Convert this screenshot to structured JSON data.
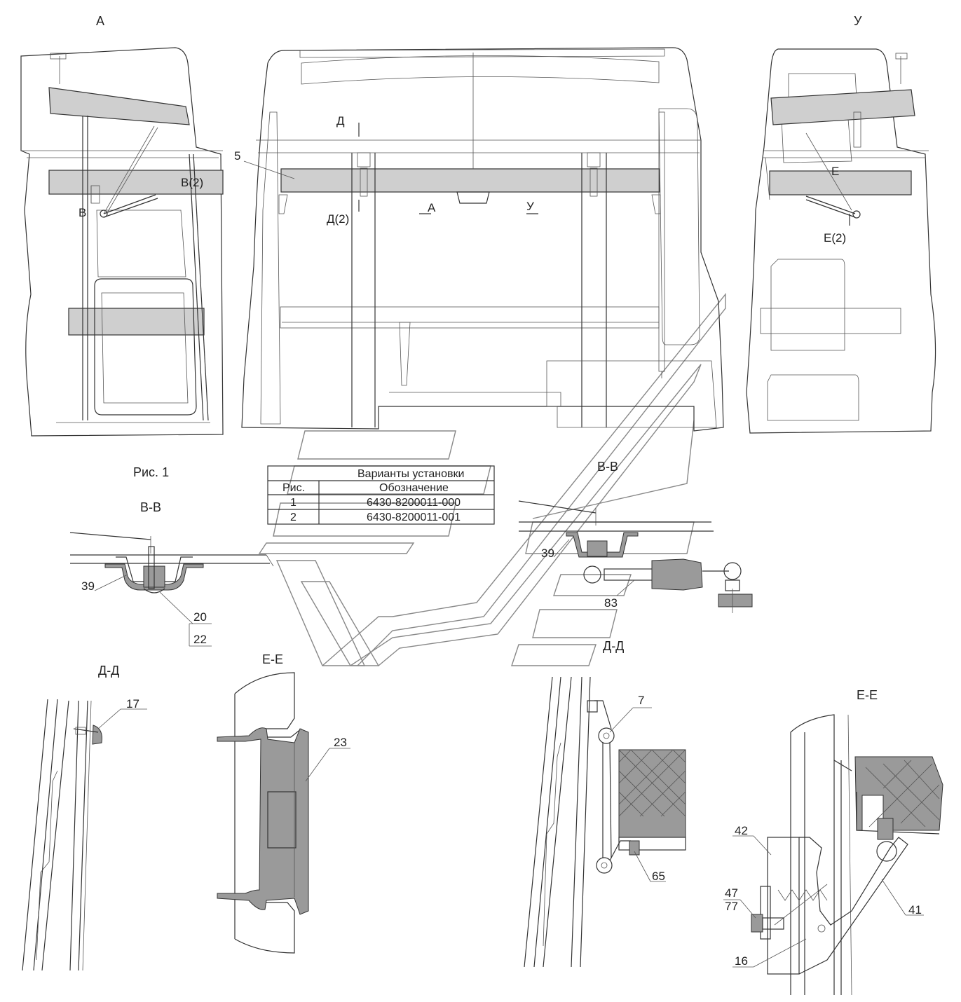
{
  "view_labels": {
    "view_a": "А",
    "view_u": "У",
    "fig_caption": "Рис. 1",
    "section_vv_left": "В-В",
    "section_vv_right": "В-В",
    "section_dd_left": "Д-Д",
    "section_dd_right": "Д-Д",
    "section_ee_left": "Е-Е",
    "section_ee_right": "Е-Е"
  },
  "center_markers": {
    "d_top": "Д",
    "d2": "Д(2)",
    "a": "А",
    "u": "У"
  },
  "left_markers": {
    "v2": "В(2)",
    "v": "В"
  },
  "right_markers": {
    "e": "Е",
    "e2": "Е(2)"
  },
  "callouts": {
    "p5": "5",
    "p39a": "39",
    "p20": "20",
    "p22": "22",
    "p39b": "39",
    "p83": "83",
    "p17": "17",
    "p23": "23",
    "p7": "7",
    "p65": "65",
    "p42": "42",
    "p47": "47",
    "p77": "77",
    "p41": "41",
    "p16": "16"
  },
  "table": {
    "title": "Варианты установки",
    "headers": [
      "Рис.",
      "Обозначение"
    ],
    "rows": [
      [
        "1",
        "6430-8200011-000"
      ],
      [
        "2",
        "6430-8200011-001"
      ]
    ]
  }
}
